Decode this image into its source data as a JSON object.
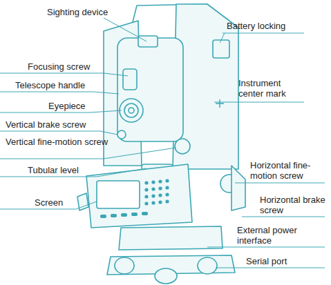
{
  "diagram": {
    "labels": [
      "Sighting device",
      "Battery locking",
      "Focusing screw",
      "Telescope handle",
      "Instrument center mark",
      "Eyepiece",
      "Vertical brake screw",
      "Vertical fine-motion screw",
      "Tubular level",
      "Horizontal fine-motion screw",
      "Screen",
      "Horizontal brake screw",
      "External power interface",
      "Serial port"
    ]
  }
}
